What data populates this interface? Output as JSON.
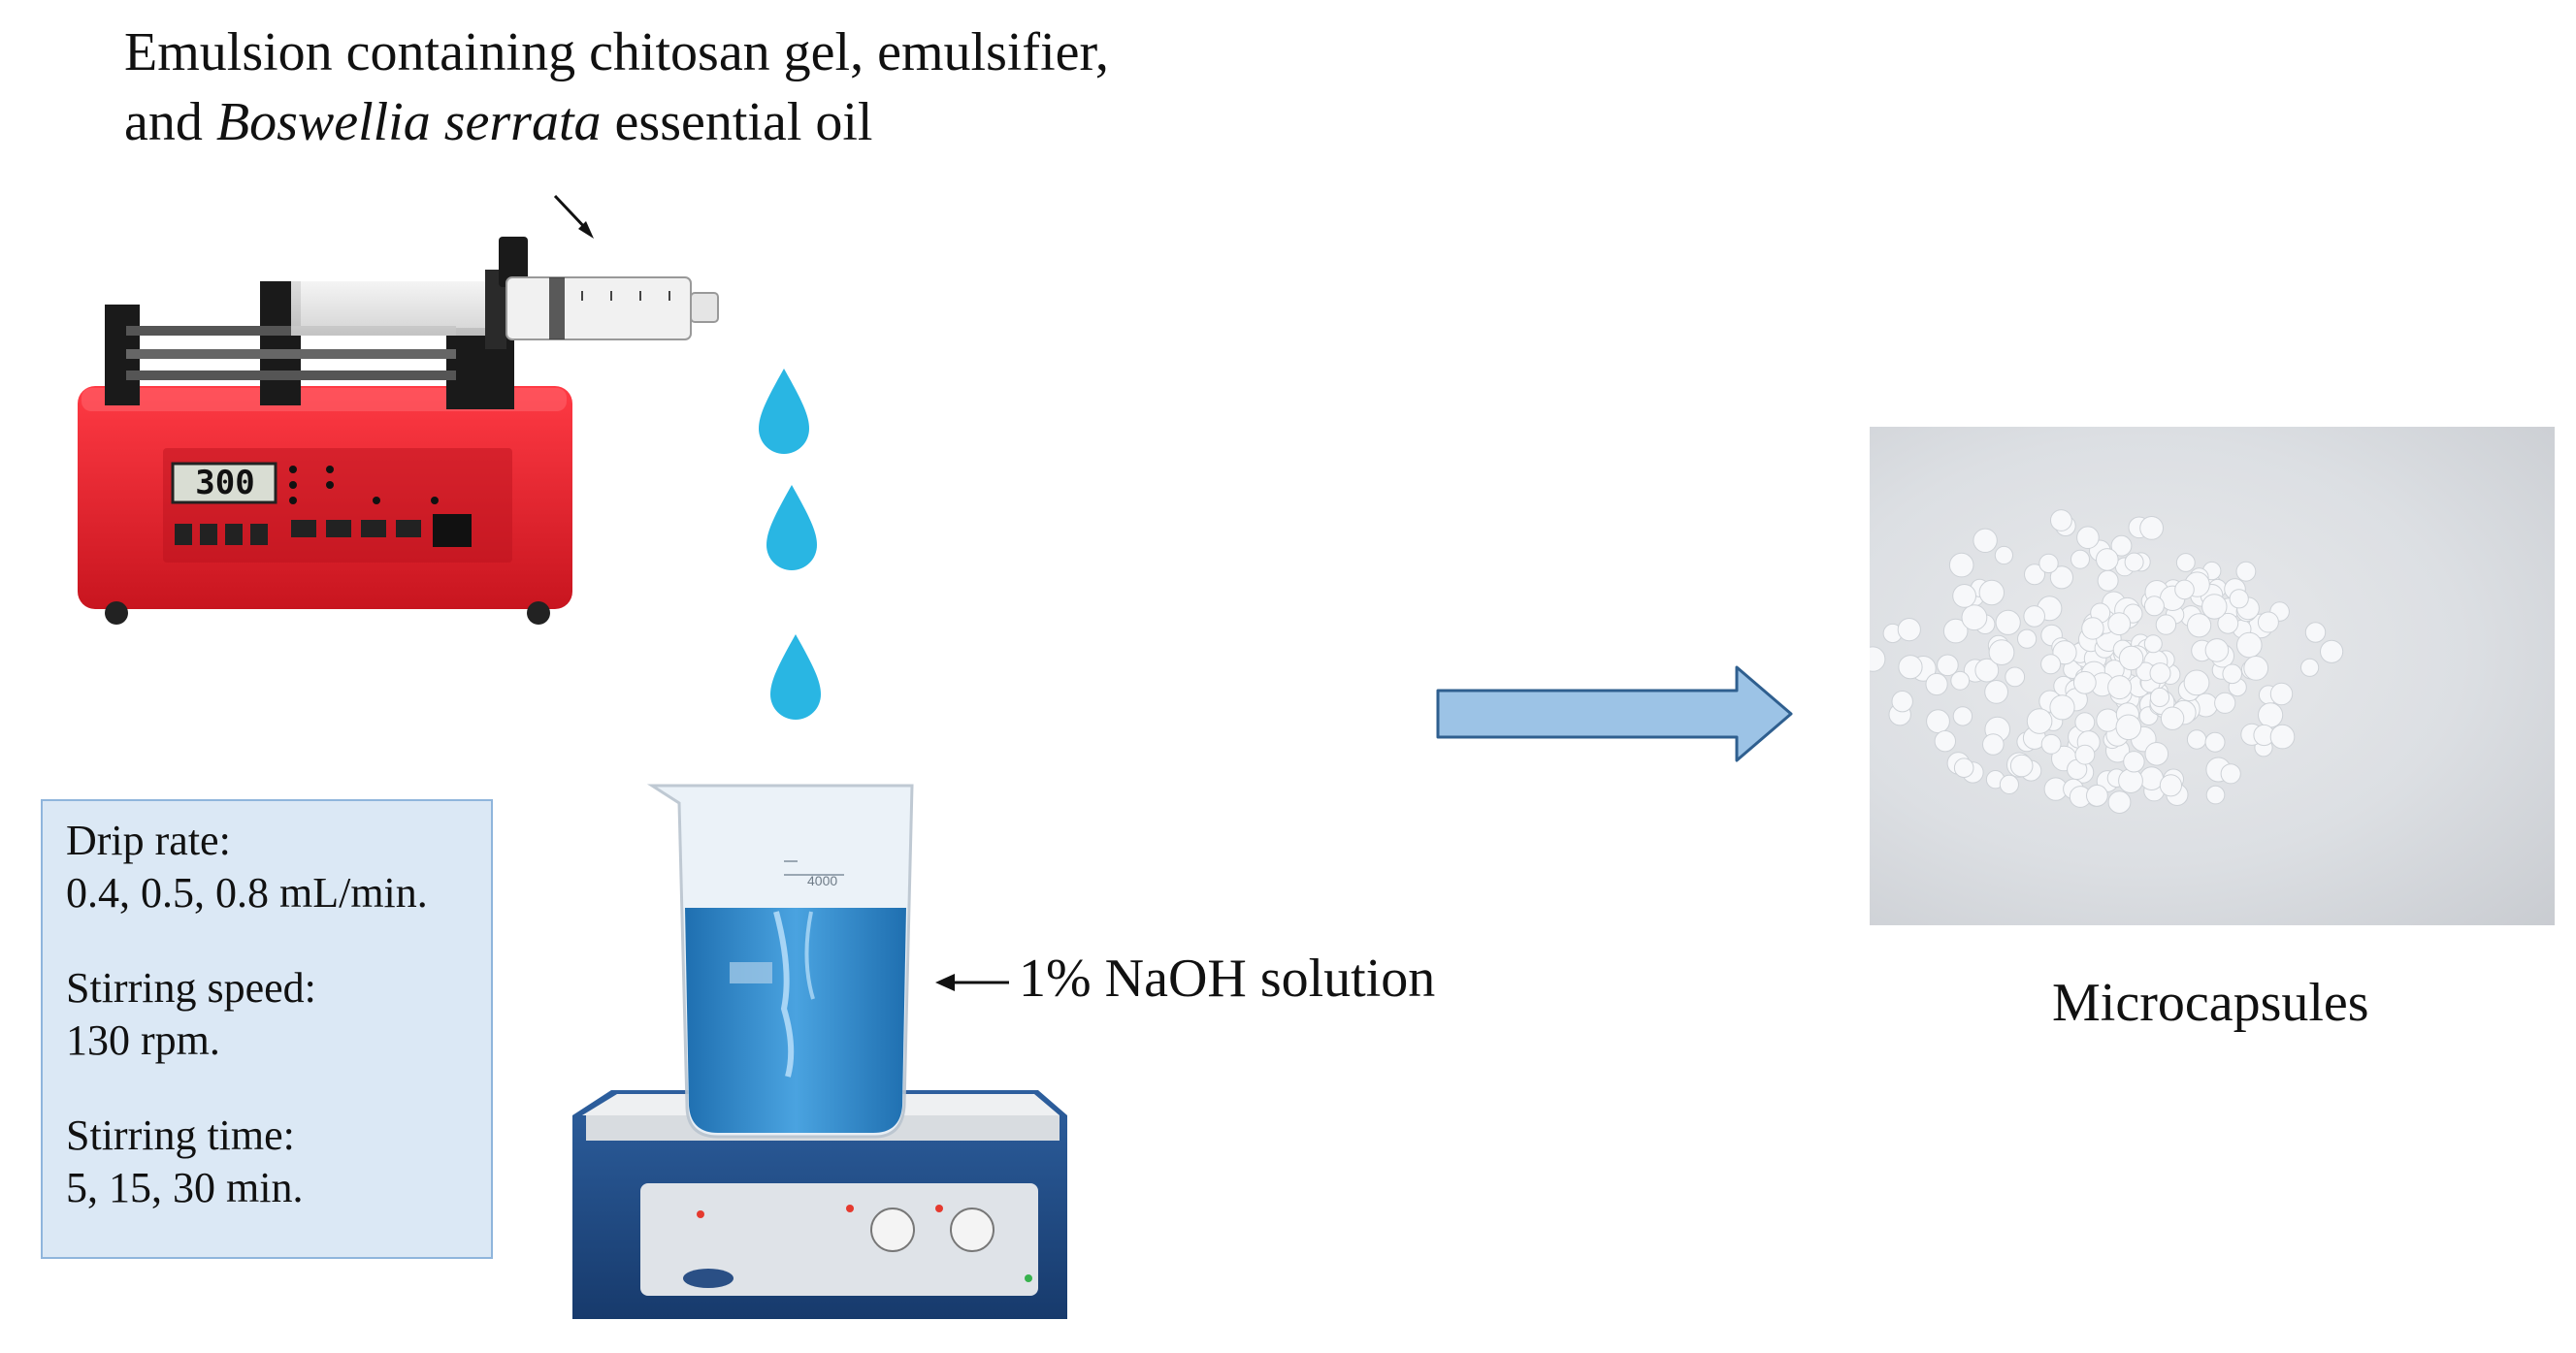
{
  "title": {
    "line1": "Emulsion containing chitosan gel, emulsifier,",
    "line2_prefix": "and ",
    "line2_species": "Boswellia serrata",
    "line2_suffix": " essential oil"
  },
  "pump": {
    "display_value": "300"
  },
  "parameters": [
    {
      "label": "Drip rate:",
      "value": "0.4, 0.5, 0.8 mL/min."
    },
    {
      "label": "Stirring speed:",
      "value": "130 rpm."
    },
    {
      "label": "Stirring time:",
      "value": "5, 15, 30 min."
    }
  ],
  "beaker": {
    "volume_mark": "4000"
  },
  "naoh_label": "1% NaOH solution",
  "result_label": "Microcapsules",
  "colors": {
    "drop": "#29b6e3",
    "arrow_fill": "#9cc3e6",
    "arrow_stroke": "#2f5f8f",
    "pump_body": "#e8232e",
    "liquid": "#2b86c9"
  }
}
